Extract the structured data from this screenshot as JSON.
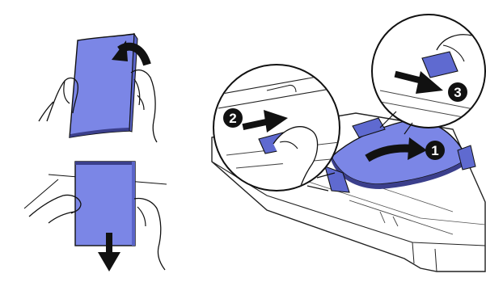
{
  "colors": {
    "paper": "#7b86e6",
    "paper_edge": "#5a64c8",
    "paper_shadow": "#3b3f8c",
    "ink": "#111111",
    "tray": "#ffffff",
    "tray_line": "#222222",
    "guide": "#5f6ad0"
  },
  "steps": [
    {
      "id": "step-1",
      "label": "1"
    },
    {
      "id": "step-2",
      "label": "2"
    },
    {
      "id": "step-3",
      "label": "3"
    }
  ],
  "icons": [
    "curved-arrow-icon",
    "down-arrow-icon",
    "right-arrow-icon"
  ]
}
